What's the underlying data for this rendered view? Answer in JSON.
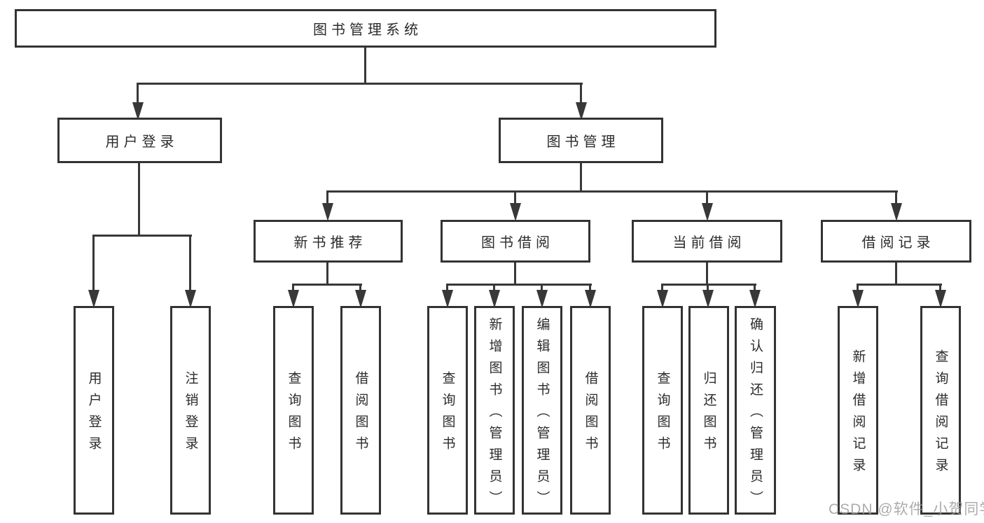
{
  "root": {
    "label": "图书管理系统"
  },
  "login_branch": {
    "label": "用户登录",
    "children": [
      {
        "label": "用户登录"
      },
      {
        "label": "注销登录"
      }
    ]
  },
  "mgmt_branch": {
    "label": "图书管理",
    "sections": [
      {
        "label": "新书推荐",
        "children": [
          {
            "label": "查询图书"
          },
          {
            "label": "借阅图书"
          }
        ]
      },
      {
        "label": "图书借阅",
        "children": [
          {
            "label": "查询图书"
          },
          {
            "label": "新增图书（管理员）"
          },
          {
            "label": "编辑图书（管理员）"
          },
          {
            "label": "借阅图书"
          }
        ]
      },
      {
        "label": "当前借阅",
        "children": [
          {
            "label": "查询图书"
          },
          {
            "label": "归还图书"
          },
          {
            "label": "确认归还（管理员）"
          }
        ]
      },
      {
        "label": "借阅记录",
        "children": [
          {
            "label": "新增借阅记录"
          },
          {
            "label": "查询借阅记录"
          }
        ]
      }
    ]
  },
  "watermark": "CSDN @软件_小贺同学",
  "colors": {
    "line": "#383838",
    "border": "#333333",
    "text": "#2b2b2b",
    "watermark_text": "#9e9e9e",
    "background": "#ffffff"
  }
}
